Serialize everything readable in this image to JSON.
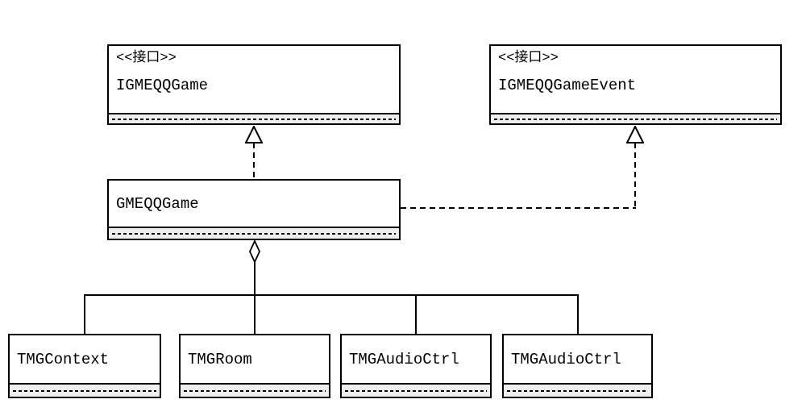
{
  "diagram_type": "uml-class-diagram",
  "classes": [
    {
      "stereotype": "<<接口>>",
      "name": "IGMEQQGame"
    },
    {
      "stereotype": "<<接口>>",
      "name": "IGMEQQGameEvent"
    },
    {
      "name": "GMEQQGame"
    },
    {
      "name": "TMGContext"
    },
    {
      "name": "TMGRoom"
    },
    {
      "name": "TMGAudioCtrl"
    },
    {
      "name": "TMGAudioCtrl"
    }
  ],
  "relationships": [
    {
      "type": "realization",
      "from": "GMEQQGame",
      "to": "IGMEQQGame",
      "line": "dashed",
      "arrow": "hollow-triangle"
    },
    {
      "type": "realization",
      "from": "GMEQQGame",
      "to": "IGMEQQGameEvent",
      "line": "dashed",
      "arrow": "hollow-triangle"
    },
    {
      "type": "aggregation",
      "from": "GMEQQGame",
      "to": "TMGContext",
      "line": "solid",
      "marker": "hollow-diamond"
    },
    {
      "type": "aggregation",
      "from": "GMEQQGame",
      "to": "TMGRoom",
      "line": "solid",
      "marker": "hollow-diamond"
    },
    {
      "type": "aggregation",
      "from": "GMEQQGame",
      "to": "TMGAudioCtrl",
      "line": "solid",
      "marker": "hollow-diamond"
    },
    {
      "type": "aggregation",
      "from": "GMEQQGame",
      "to": "TMGAudioCtrl",
      "line": "solid",
      "marker": "hollow-diamond"
    }
  ],
  "colors": {
    "line": "#000000",
    "background": "#ffffff",
    "attribute_strip_fill": "#eeeeee"
  }
}
